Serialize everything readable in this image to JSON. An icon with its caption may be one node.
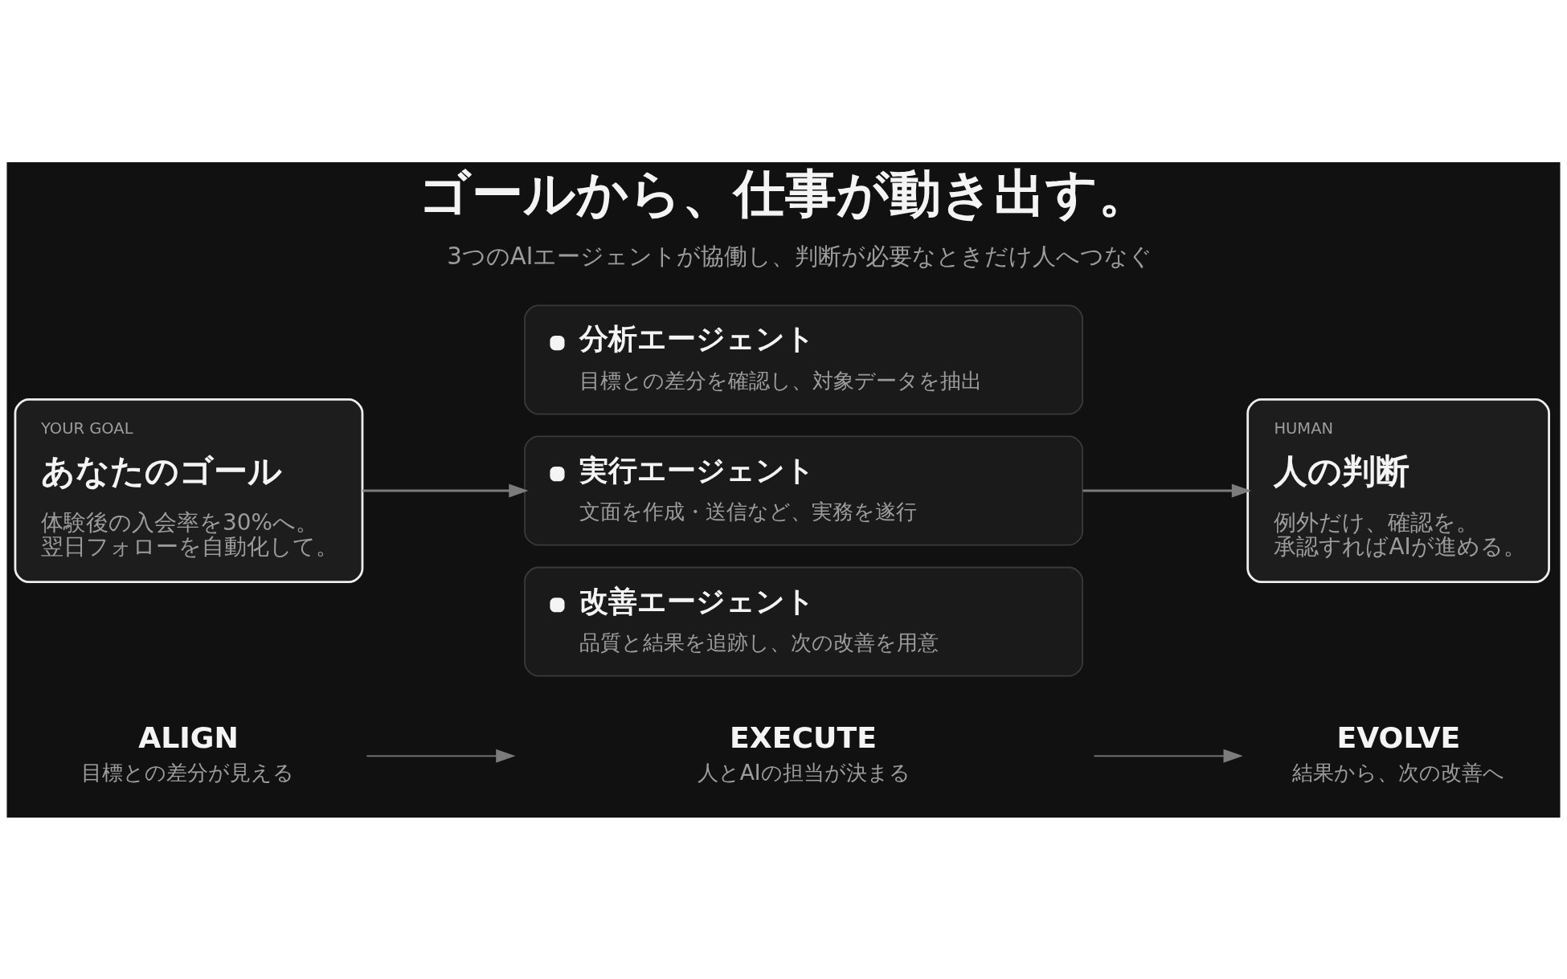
{
  "diagram": {
    "title": "ゴールから、仕事が動き出す。",
    "nodes": [
      {
        "text": [
          "YOUR GOAL",
          "あなたのゴール",
          "体験後の入会率を30%へ。翌日フォローを自動化して。"
        ]
      },
      {
        "text": [
          "分析エージェント",
          "目標との差分を確認し、対象データを抽出"
        ]
      },
      {
        "text": [
          "実行エージェント",
          "文面を作成・送信など、実務を遂行"
        ]
      },
      {
        "text": [
          "改善エージェント",
          "品質と結果を追跡し、次の改善を用意"
        ]
      },
      {
        "text": [
          "HUMAN",
          "人の判断",
          "例外だけ、確認を。承認すればAIが進める。"
        ]
      },
      {
        "text": [
          "ALIGN",
          "目標との差分が見える"
        ]
      },
      {
        "text": [
          "EXECUTE",
          "人とAIの担当が決まる"
        ]
      },
      {
        "text": [
          "EVOLVE",
          "結果から、次の改善へ"
        ]
      }
    ],
    "edges": [
      {
        "from": 0,
        "to": 2,
        "arrow": "to"
      },
      {
        "from": 2,
        "to": 4,
        "arrow": "to"
      },
      {
        "from": 5,
        "to": 6,
        "arrow": "to"
      },
      {
        "from": 6,
        "to": 7,
        "arrow": "to"
      }
    ],
    "labels": [
      "3つのAIエージェントが協働し、判断が必要なときだけ人へつなぐ"
    ]
  }
}
